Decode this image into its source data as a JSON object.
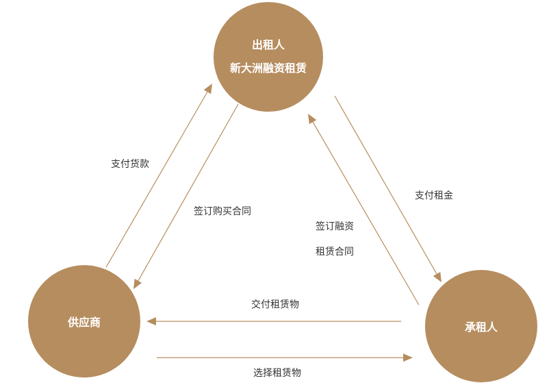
{
  "colors": {
    "node": "#b68d5f",
    "arrow": "#b68d5f",
    "text": "#333333"
  },
  "nodes": {
    "lessor": {
      "title": "出租人",
      "subtitle": "新大洲融资租赁"
    },
    "supplier": {
      "title": "供应商"
    },
    "lessee": {
      "title": "承租人"
    }
  },
  "edges": {
    "pay_goods": "支付货款",
    "sign_purchase": "签订购买合同",
    "sign_lease_line1": "签订融资",
    "sign_lease_line2": "租赁合同",
    "pay_rent": "支付租金",
    "deliver": "交付租赁物",
    "select": "选择租赁物"
  }
}
